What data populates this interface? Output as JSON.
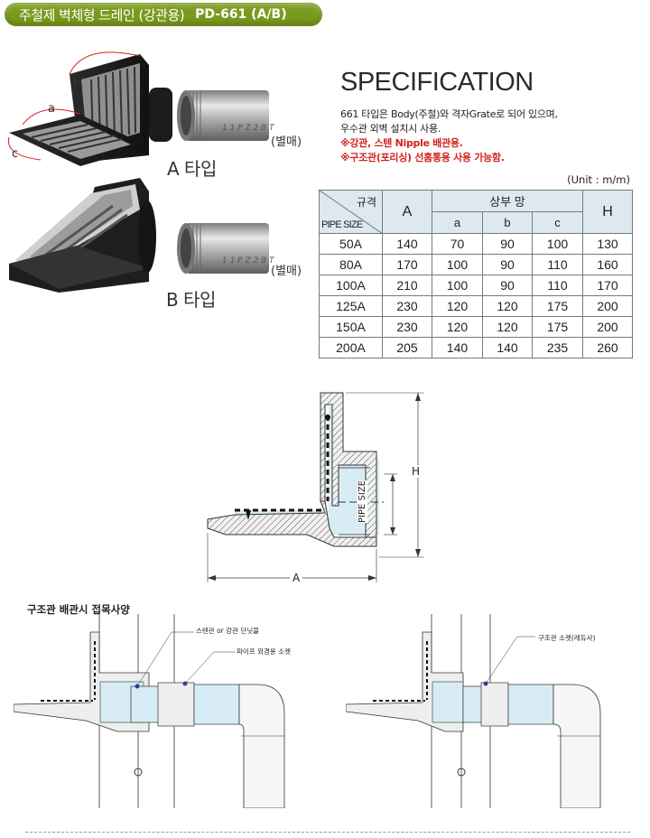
{
  "header": {
    "title": "주철제 벽체형 드레인 (강관용)",
    "model": "PD-661 (A/B)"
  },
  "products": {
    "type_a_label": "A 타입",
    "type_b_label": "B 타입",
    "separate_label": "(별매)",
    "dimension_letters": {
      "a": "a",
      "b": "b",
      "c": "c"
    }
  },
  "spec": {
    "heading": "SPECIFICATION",
    "lines": [
      "661 타입은 Body(주철)와 격자Grate로 되어 있으며,",
      "우수관 외벽 설치시 사용."
    ],
    "notes": [
      "※강관, 스텐 Nipple 배관용.",
      "※구조관(포리싱) 선홈통용 사용 가능함."
    ],
    "unit": "(Unit : m/m)"
  },
  "table": {
    "header_spec": "규격",
    "header_pipe": "PIPE SIZE",
    "header_a": "A",
    "header_grate": "상부 망",
    "header_sub": [
      "a",
      "b",
      "c"
    ],
    "header_h": "H",
    "rows": [
      [
        "50A",
        "140",
        "70",
        "90",
        "100",
        "130"
      ],
      [
        "80A",
        "170",
        "100",
        "90",
        "110",
        "160"
      ],
      [
        "100A",
        "210",
        "100",
        "90",
        "110",
        "170"
      ],
      [
        "125A",
        "230",
        "120",
        "120",
        "175",
        "200"
      ],
      [
        "150A",
        "230",
        "120",
        "120",
        "175",
        "200"
      ],
      [
        "200A",
        "205",
        "140",
        "140",
        "235",
        "260"
      ]
    ]
  },
  "section_drawing": {
    "label_h": "H",
    "label_a": "A",
    "label_pipe_size": "PIPE SIZE"
  },
  "connection": {
    "title": "구조관 배관시 접목사양",
    "callout_1": "스텐관 or 강관 단닛블",
    "callout_2": "파이프 외경용 소켓",
    "callout_3": "구조관 소켓(레듀사)"
  },
  "colors": {
    "header_green": "#7a9a1e",
    "table_header_bg": "#dde9ee",
    "note_red": "#d2231e",
    "drawing_fill": "#d7ecf4"
  }
}
